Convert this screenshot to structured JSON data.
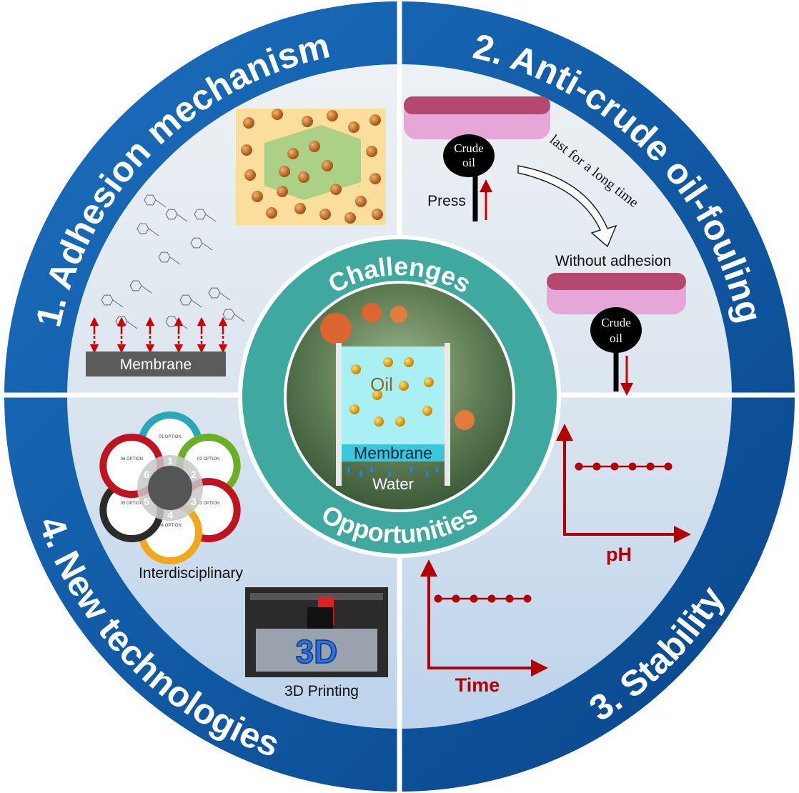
{
  "sections": [
    {
      "title": "1. Adhesion mechanism",
      "membrane_label": "Membrane"
    },
    {
      "title": "2. Anti-crude oil-fouling",
      "crude_oil_top": "Crude",
      "crude_oil_bottom": "oil",
      "press_label": "Press",
      "arrow_label": "last for a long time",
      "without_label": "Without adhesion"
    },
    {
      "title": "3. Stability",
      "ph_label": "pH",
      "time_label": "Time"
    },
    {
      "title": "4. New technologies",
      "interdisciplinary_label": "Interdisciplinary",
      "printing_label": "3D Printing",
      "printer_text": "3D",
      "flower_options": [
        "01 OPTION",
        "02 OPTION",
        "03 OPTION",
        "04 OPTION",
        "05 OPTION",
        "06 OPTION"
      ],
      "flower_numbers": [
        "1",
        "2",
        "3",
        "4",
        "5",
        "6"
      ]
    }
  ],
  "center": {
    "top_label": "Challenges",
    "bottom_label": "Opportunities",
    "oil_label": "Oil",
    "membrane_label": "Membrane",
    "water_label": "Water"
  },
  "stability_points": {
    "ph": [
      1,
      1,
      1,
      1,
      1,
      1
    ],
    "time": [
      1,
      1,
      1,
      1,
      1,
      1
    ]
  },
  "colors": {
    "ring": "#0d5aa7",
    "teal": "#3fa9a0",
    "accent_red": "#b30000"
  }
}
